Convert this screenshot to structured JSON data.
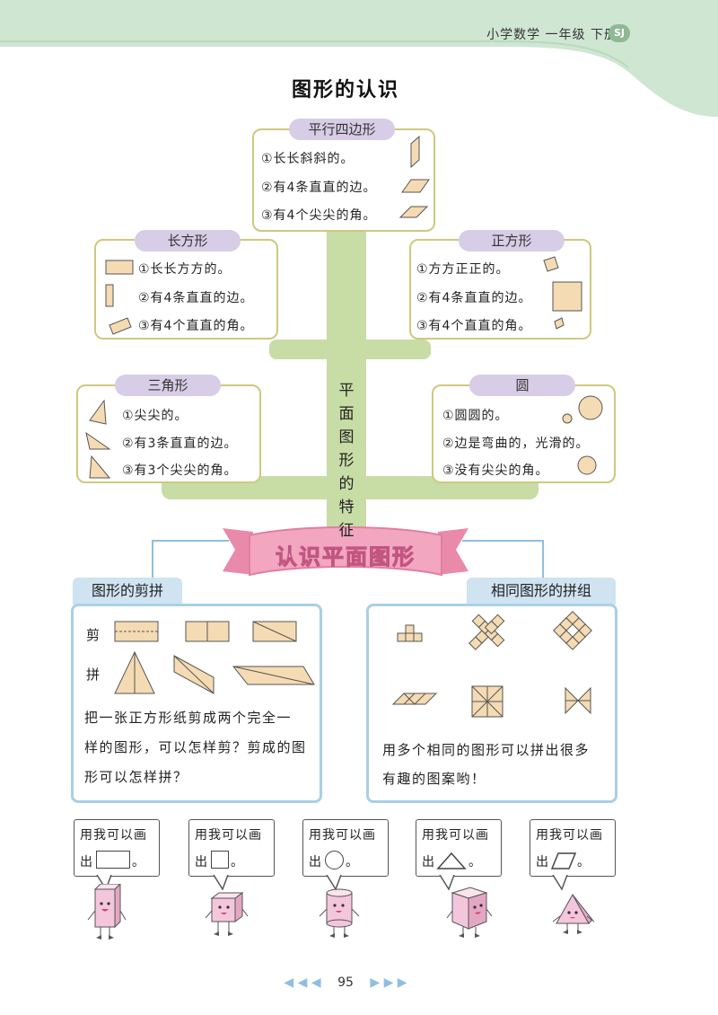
{
  "header": {
    "book": "小学数学  一年级  下册",
    "badge": "SJ",
    "title": "图形的认识"
  },
  "center": {
    "trunk_label": "平面图形的特征",
    "banner": "认识平面图形"
  },
  "shapes": {
    "parallelogram": {
      "title": "平行四边形",
      "lines": [
        "①长长斜斜的。",
        "②有4条直直的边。",
        "③有4个尖尖的角。"
      ]
    },
    "rectangle": {
      "title": "长方形",
      "lines": [
        "①长长方方的。",
        "②有4条直直的边。",
        "③有4个直直的角。"
      ]
    },
    "square": {
      "title": "正方形",
      "lines": [
        "①方方正正的。",
        "②有4条直直的边。",
        "③有4个直直的角。"
      ]
    },
    "triangle": {
      "title": "三角形",
      "lines": [
        "①尖尖的。",
        "②有3条直直的边。",
        "③有3个尖尖的角。"
      ]
    },
    "circle": {
      "title": "圆",
      "lines": [
        "①圆圆的。",
        "②边是弯曲的，光滑的。",
        "③没有尖尖的角。"
      ]
    }
  },
  "cutting": {
    "tab": "图形的剪拼",
    "cut_label": "剪",
    "join_label": "拼",
    "paragraph": [
      "把一张正方形纸剪成两个完全一",
      "样的图形，可以怎样剪？剪成的图",
      "形可以怎样拼？"
    ]
  },
  "combining": {
    "tab": "相同图形的拼组",
    "paragraph": [
      "用多个相同的图形可以拼出很多",
      "有趣的图案哟！"
    ]
  },
  "bubbles": {
    "line1": "用我可以画",
    "out": "出",
    "end": "。"
  },
  "footer": {
    "page": "95"
  },
  "colors": {
    "trunk": "#c8dca6",
    "card_border": "#cfc87e",
    "label_bg": "#d7cde6",
    "shape_fill": "#f5dbb3",
    "banner": "#f2a6c0",
    "blue_box": "#a9cfe7",
    "pink_solid": "#f4c6dc"
  }
}
